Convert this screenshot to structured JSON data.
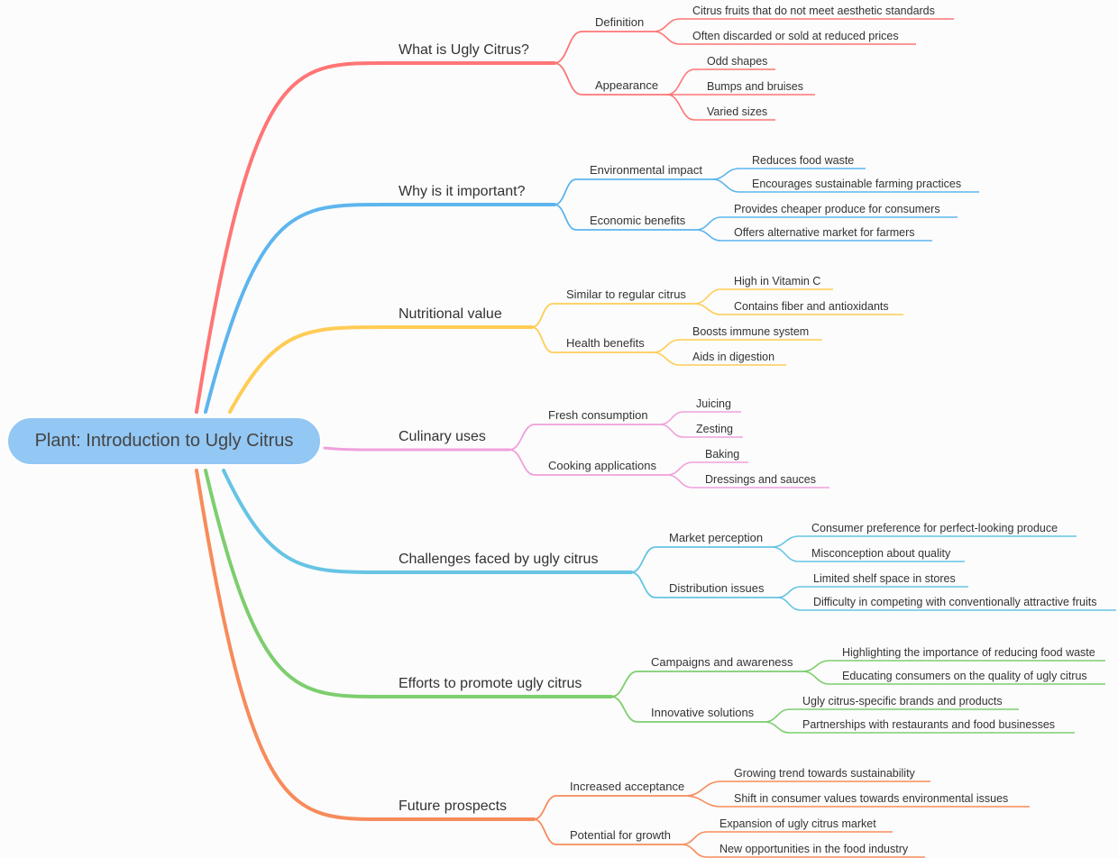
{
  "root": {
    "label": "Plant: Introduction to Ugly Citrus",
    "color": "#93c7f4"
  },
  "branches": [
    {
      "label": "What is Ugly Citrus?",
      "color": "#ff7575",
      "children": [
        {
          "label": "Definition",
          "children": [
            "Citrus fruits that do not meet aesthetic standards",
            "Often discarded or sold at reduced prices"
          ]
        },
        {
          "label": "Appearance",
          "children": [
            "Odd shapes",
            "Bumps and bruises",
            "Varied sizes"
          ]
        }
      ]
    },
    {
      "label": "Why is it important?",
      "color": "#5db5ee",
      "children": [
        {
          "label": "Environmental impact",
          "children": [
            "Reduces food waste",
            "Encourages sustainable farming practices"
          ]
        },
        {
          "label": "Economic benefits",
          "children": [
            "Provides cheaper produce for consumers",
            "Offers alternative market for farmers"
          ]
        }
      ]
    },
    {
      "label": "Nutritional value",
      "color": "#ffcc55",
      "children": [
        {
          "label": "Similar to regular citrus",
          "children": [
            "High in Vitamin C",
            "Contains fiber and antioxidants"
          ]
        },
        {
          "label": "Health benefits",
          "children": [
            "Boosts immune system",
            "Aids in digestion"
          ]
        }
      ]
    },
    {
      "label": "Culinary uses",
      "color": "#f0a0dc",
      "children": [
        {
          "label": "Fresh consumption",
          "children": [
            "Juicing",
            "Zesting"
          ]
        },
        {
          "label": "Cooking applications",
          "children": [
            "Baking",
            "Dressings and sauces"
          ]
        }
      ]
    },
    {
      "label": "Challenges faced by ugly citrus",
      "color": "#66c4e4",
      "children": [
        {
          "label": "Market perception",
          "children": [
            "Consumer preference for perfect-looking produce",
            "Misconception about quality"
          ]
        },
        {
          "label": "Distribution issues",
          "children": [
            "Limited shelf space in stores",
            "Difficulty in competing with conventionally attractive fruits"
          ]
        }
      ]
    },
    {
      "label": "Efforts to promote ugly citrus",
      "color": "#7dce6e",
      "children": [
        {
          "label": "Campaigns and awareness",
          "children": [
            "Highlighting the importance of reducing food waste",
            "Educating consumers on the quality of ugly citrus"
          ]
        },
        {
          "label": "Innovative solutions",
          "children": [
            "Ugly citrus-specific brands and products",
            "Partnerships with restaurants and food businesses"
          ]
        }
      ]
    },
    {
      "label": "Future prospects",
      "color": "#f78b5a",
      "children": [
        {
          "label": "Increased acceptance",
          "children": [
            "Growing trend towards sustainability",
            "Shift in consumer values towards environmental issues"
          ]
        },
        {
          "label": "Potential for growth",
          "children": [
            "Expansion of ugly citrus market",
            "New opportunities in the food industry"
          ]
        }
      ]
    }
  ]
}
